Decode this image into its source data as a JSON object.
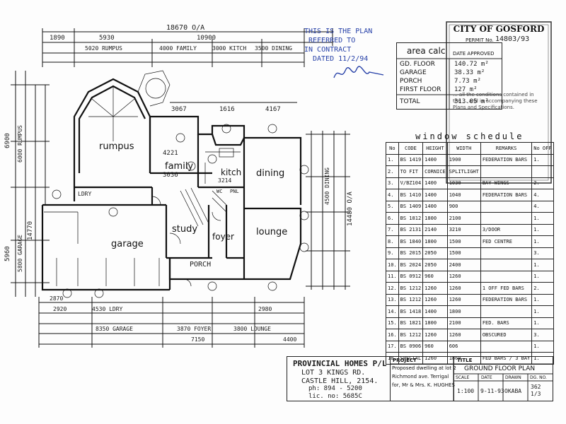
{
  "plan_note": {
    "line1": "THIS IS THE PLAN",
    "line2": "REFERRED TO",
    "line3": "IN CONTRACT",
    "line4": "DATED 11/2/94"
  },
  "stamp": {
    "title": "CITY OF GOSFORD",
    "permit_label": "PERMIT No.",
    "permit_no": "14803/93",
    "date_label": "DATE APPROVED",
    "text": "... all the conditions contained in the ... and in accompanying these Plans and Specifications."
  },
  "area_calc": {
    "heading": "area calc",
    "rows": [
      {
        "label": "GD. FLOOR",
        "value": "140.72 m²"
      },
      {
        "label": "GARAGE",
        "value": "38.33 m²"
      },
      {
        "label": "PORCH",
        "value": "7.73 m²"
      },
      {
        "label": "FIRST FLOOR",
        "value": "127 m²"
      }
    ],
    "total_label": "TOTAL",
    "total_value": "313.05 m²"
  },
  "rooms": {
    "rumpus": "rumpus",
    "family": "family",
    "family_dim": "3036",
    "kitch": "kitch",
    "kitch_dim": "3214",
    "dining": "dining",
    "study": "study",
    "foyer": "foyer",
    "lounge": "lounge",
    "garage": "garage",
    "porch": "PORCH",
    "ldry": "LDRY",
    "wc": "WC",
    "pnl": "PNL"
  },
  "dims": {
    "overall_top": "18670 O/A",
    "top_right": "10900",
    "row_a": "1890",
    "row_a2": "5930",
    "rumpus_dim": "5020 RUMPUS",
    "family_dim2": "4000 FAMILY",
    "kitch_dim2": "3000 KITCH",
    "dining_dim": "3500 DINING",
    "d1": "3067",
    "d2": "1616",
    "d3": "4167",
    "d4": "4221",
    "left1": "6900",
    "left2": "6000 RUMPUS",
    "left3": "14770",
    "left4": "5960",
    "left5": "5800 GARAGE",
    "right1": "14480 O/A",
    "right2": "4500 DINING",
    "bottom1": "8350 GARAGE",
    "bottom2": "3870 FOYER",
    "bottom3": "3800 LOUNGE",
    "bottom4": "7150",
    "bottom5": "4400",
    "bottom6": "2870",
    "bottom7": "2920",
    "bottom8": "4530 LDRY",
    "bottom9": "2980"
  },
  "window_schedule": {
    "title": "window schedule",
    "headers": [
      "No",
      "CODE",
      "HEIGHT",
      "WIDTH",
      "REMARKS",
      "No OFF"
    ],
    "rows": [
      [
        "1.",
        "BS 1419",
        "1400",
        "1900",
        "FEDERATION BARS",
        "1."
      ],
      [
        "2.",
        "TO FIT",
        "CORNICE",
        "SPLITLIGHT",
        "",
        ""
      ],
      [
        "3.",
        "V/BZ104",
        "1400",
        "1030",
        "BAY WINGS",
        "2."
      ],
      [
        "4.",
        "BS 1410",
        "1400",
        "1040",
        "FEDERATION BARS",
        "4."
      ],
      [
        "5.",
        "BS 1409",
        "1400",
        "900",
        "",
        "4."
      ],
      [
        "6.",
        "BS 1812",
        "1800",
        "2100",
        "",
        "1."
      ],
      [
        "7.",
        "BS 2131",
        "2140",
        "3210",
        "3/DOOR",
        "1."
      ],
      [
        "8.",
        "BS 1840",
        "1800",
        "1500",
        "FED CENTRE",
        "1."
      ],
      [
        "9.",
        "BS 2015",
        "2050",
        "1500",
        "",
        "3."
      ],
      [
        "10.",
        "BS 2024",
        "2050",
        "2400",
        "",
        "1."
      ],
      [
        "11.",
        "BS 0912",
        "960",
        "1260",
        "",
        "1."
      ],
      [
        "12.",
        "BS 1212",
        "1260",
        "1260",
        "1 OFF FED BARS",
        "2."
      ],
      [
        "13.",
        "BS 1212",
        "1260",
        "1260",
        "FEDERATION BARS",
        "1."
      ],
      [
        "14.",
        "BS 1418",
        "1400",
        "1800",
        "",
        "1."
      ],
      [
        "15.",
        "BS 1821",
        "1800",
        "2100",
        "FED. BARS",
        "1."
      ],
      [
        "16.",
        "BS 1212",
        "1260",
        "1260",
        "OBSCURED",
        "3."
      ],
      [
        "17.",
        "BS 0906",
        "960",
        "606",
        "",
        "1."
      ],
      [
        "18.",
        "SPECIAL",
        "1260",
        "1860",
        "FED BARS / 3 BAY",
        "1."
      ]
    ]
  },
  "title_block": {
    "company": "PROVINCIAL HOMES P/L",
    "addr1": "LOT 3 KINGS RD.",
    "addr2": "CASTLE HILL, 2154.",
    "phone": "ph: 894 - 5200",
    "lic": "lic. no: 5685C",
    "project_label": "PROJECT",
    "project_line1": "Proposed dwelling at lot 2",
    "project_line2": "Richmond ave. Terrigal",
    "project_line3": "for, Mr & Mrs. K. HUGHES",
    "title_label": "TITLE",
    "title_value": "GROUND FLOOR PLAN",
    "scale_label": "SCALE",
    "scale_value": "1:100",
    "date_label": "DATE",
    "date_value": "9-11-93",
    "drawn_label": "DRAWN",
    "drawn_value": "OKABA",
    "dg_label": "DG. NO.",
    "dg_value": "362 1/3"
  }
}
